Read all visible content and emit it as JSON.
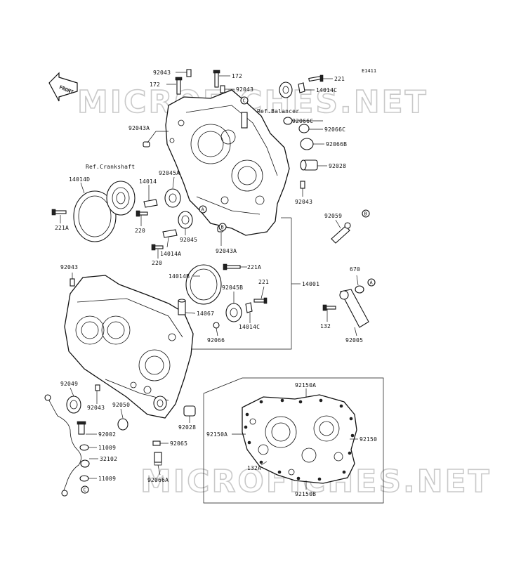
{
  "diagram_code": "E1411",
  "front_label": "FRONT",
  "watermark": "MICROFICHES.NET",
  "refs": {
    "balancer": "Ref.Balancer",
    "crankshaft": "Ref.Crankshaft"
  },
  "callout_letters": {
    "a": "A",
    "b": "B",
    "c": "C"
  },
  "labels": {
    "p92043_top": "92043",
    "p172_top_right": "172",
    "p221_top": "221",
    "p172_top_left": "172",
    "p92043_mid": "92043",
    "p14014c_top": "14014C",
    "p92066c_1": "92066C",
    "p92066c_2": "92066C",
    "p92043a_top": "92043A",
    "p92066b": "92066B",
    "p92028_top": "92028",
    "p92043_right": "92043",
    "p14014d": "14014D",
    "p92045a": "92045A",
    "p14014": "14014",
    "p221a_left": "221A",
    "p220_top": "220",
    "p92045": "92045",
    "p14014a": "14014A",
    "p220_bottom": "220",
    "p92043a_mid": "92043A",
    "p92059": "92059",
    "p221a_mid": "221A",
    "p14014b": "14014B",
    "p221_mid": "221",
    "p14001": "14001",
    "p670": "670",
    "p92045b": "92045B",
    "p92043_left": "92043",
    "p14067": "14067",
    "p14014c_mid": "14014C",
    "p132": "132",
    "p92066": "92066",
    "p92005": "92005",
    "p92049": "92049",
    "p92043_lower": "92043",
    "p92050": "92050",
    "p92002": "92002",
    "p92028_bottom": "92028",
    "p11009_1": "11009",
    "p92065": "92065",
    "p32102": "32102",
    "p92066a": "92066A",
    "p11009_2": "11009",
    "p92150a_top": "92150A",
    "p92150a_left": "92150A",
    "p92150": "92150",
    "p132a": "132A",
    "p92150b": "92150B"
  }
}
